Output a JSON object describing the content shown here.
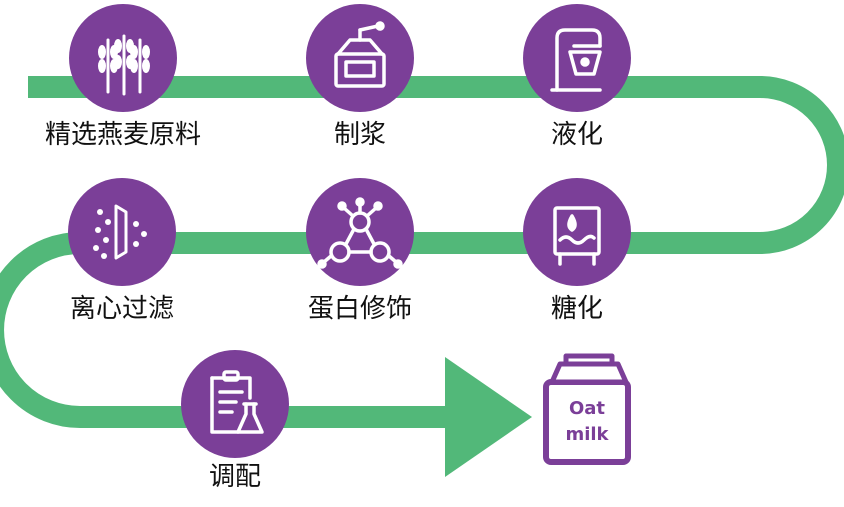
{
  "colors": {
    "path": "#52b879",
    "circle": "#7b3f98",
    "icon": "#ffffff",
    "text": "#111111",
    "pack_outline": "#7b3f98"
  },
  "steps": [
    {
      "label": "精选燕麦原料",
      "icon": "wheat-icon"
    },
    {
      "label": "制浆",
      "icon": "grinder-icon"
    },
    {
      "label": "液化",
      "icon": "mixer-icon"
    },
    {
      "label": "糖化",
      "icon": "heating-tank-icon"
    },
    {
      "label": "蛋白修饰",
      "icon": "molecule-icon"
    },
    {
      "label": "离心过滤",
      "icon": "centrifuge-filter-icon"
    },
    {
      "label": "调配",
      "icon": "clipboard-flask-icon"
    }
  ],
  "product": {
    "line1": "Oat",
    "line2": "milk",
    "icon": "milk-carton-icon"
  }
}
